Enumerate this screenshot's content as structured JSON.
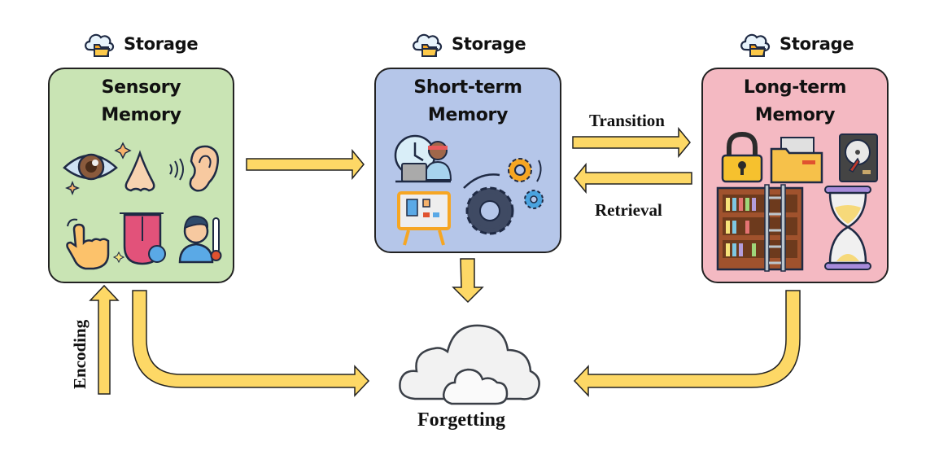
{
  "colors": {
    "sensory_fill": "#c9e4b4",
    "short_term_fill": "#b5c6e9",
    "long_term_fill": "#f4b9c2",
    "arrow_fill": "#fdd866",
    "border": "#222222"
  },
  "storage_label": "Storage",
  "boxes": {
    "sensory": {
      "title_line1": "Sensory",
      "title_line2": "Memory",
      "icons": [
        "eye-icon",
        "nose-icon",
        "ear-icon",
        "touch-hand-icon",
        "tongue-icon",
        "temperature-person-icon"
      ]
    },
    "short_term": {
      "title_line1": "Short-term",
      "title_line2": "Memory",
      "icons": [
        "clock-worker-icon",
        "task-board-icon",
        "gears-icon"
      ]
    },
    "long_term": {
      "title_line1": "Long-term",
      "title_line2": "Memory",
      "icons": [
        "padlock-icon",
        "folder-icon",
        "hard-drive-icon",
        "bookshelf-icon",
        "hourglass-icon"
      ]
    }
  },
  "arrows": {
    "transition_label": "Transition",
    "retrieval_label": "Retrieval",
    "encoding_label": "Encoding",
    "forgetting_label": "Forgetting"
  }
}
